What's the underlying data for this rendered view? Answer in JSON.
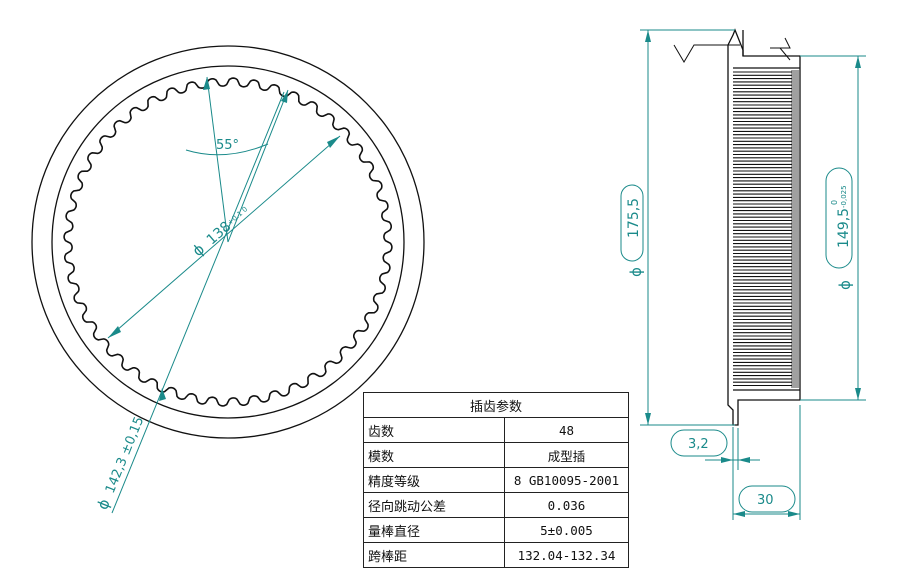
{
  "dimensions": {
    "angle": "55°",
    "inner_diameter": "138",
    "inner_diameter_tol": "+0.1 0",
    "outer_diameter": "142,3 ±0,15",
    "od_175": "175,5",
    "od_149": "149,5",
    "od_149_tol_upper": "0",
    "od_149_tol_lower": "-0,025",
    "phi": "ϕ",
    "width_small": "3,2",
    "width_total": "30"
  },
  "table": {
    "title": "插齿参数",
    "rows": [
      {
        "label": "齿数",
        "value": "48"
      },
      {
        "label": "模数",
        "value": "成型插"
      },
      {
        "label": "精度等级",
        "value": "8 GB10095-2001"
      },
      {
        "label": "径向跳动公差",
        "value": "0.036"
      },
      {
        "label": "量棒直径",
        "value": "5±0.005"
      },
      {
        "label": "跨棒距",
        "value": "132.04-132.34"
      }
    ]
  },
  "colors": {
    "line": "#111111",
    "dimension": "#1a8a8a"
  }
}
